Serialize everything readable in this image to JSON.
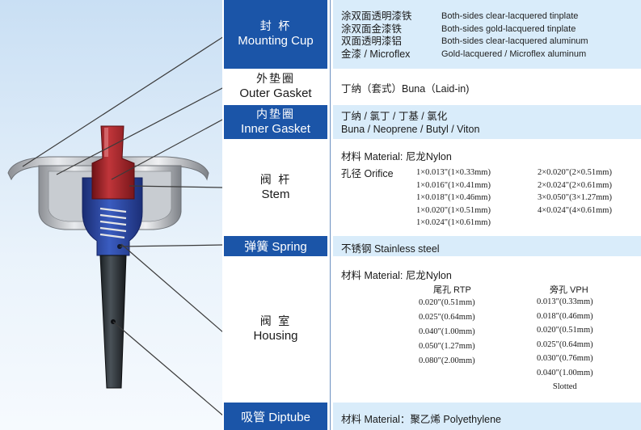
{
  "rows": {
    "cup": {
      "label_zh": "封 杯",
      "label_en": "Mounting Cup",
      "items": [
        {
          "zh": "涂双面透明漆铁",
          "en": "Both-sides clear-lacquered tinplate"
        },
        {
          "zh": "涂双面金漆铁",
          "en": "Both-sides gold-lacquered tinplate"
        },
        {
          "zh": "双面透明漆铝",
          "en": "Both-sides clear-lacquered aluminum"
        },
        {
          "zh": "金漆 / Microflex",
          "en": "Gold-lacquered / Microflex aluminum"
        }
      ]
    },
    "outer": {
      "label_zh": "外垫圈",
      "label_en": "Outer Gasket",
      "text": "丁纳（套式）Buna（Laid-in)"
    },
    "inner": {
      "label_zh": "内垫圈",
      "label_en": "Inner Gasket",
      "line1": "丁纳 / 氯丁 / 丁基 / 氯化",
      "line2": "Buna / Neoprene / Butyl / Viton"
    },
    "stem": {
      "label_zh": "阀 杆",
      "label_en": "Stem",
      "material": "材料 Material:  尼龙Nylon",
      "orifice_label": "孔径  Orifice",
      "orifice_col1": [
        "1×0.013\"(1×0.33mm)",
        "1×0.016\"(1×0.41mm)",
        "1×0.018\"(1×0.46mm)",
        "1×0.020\"(1×0.51mm)",
        "1×0.024\"(1×0.61mm)"
      ],
      "orifice_col2": [
        "2×0.020\"(2×0.51mm)",
        "2×0.024\"(2×0.61mm)",
        "3×0.050\"(3×1.27mm)",
        "4×0.024\"(4×0.61mm)"
      ]
    },
    "spring": {
      "label": "弹簧 Spring",
      "text": "不锈钢 Stainless steel"
    },
    "housing": {
      "label_zh": "阀 室",
      "label_en": "Housing",
      "material": "材料 Material:  尼龙Nylon",
      "rtp_title": "尾孔  RTP",
      "rtp": [
        "0.020\"(0.51mm)",
        "0.025\"(0.64mm)",
        "0.040\"(1.00mm)",
        "0.050\"(1.27mm)",
        "0.080\"(2.00mm)"
      ],
      "vph_title": "旁孔  VPH",
      "vph": [
        "0.013\"(0.33mm)",
        "0.018\"(0.46mm)",
        "0.020\"(0.51mm)",
        "0.025\"(0.64mm)",
        "0.030\"(0.76mm)",
        "0.040\"(1.00mm)",
        "Slotted"
      ]
    },
    "diptube": {
      "label": "吸管 Diptube",
      "text": "材料 Material：聚乙烯 Polyethylene"
    }
  },
  "colors": {
    "header_blue": "#1b55a8",
    "row_blue": "#d9ecfa",
    "stem_red": "#a3262a",
    "housing_blue": "#2a45a0"
  }
}
